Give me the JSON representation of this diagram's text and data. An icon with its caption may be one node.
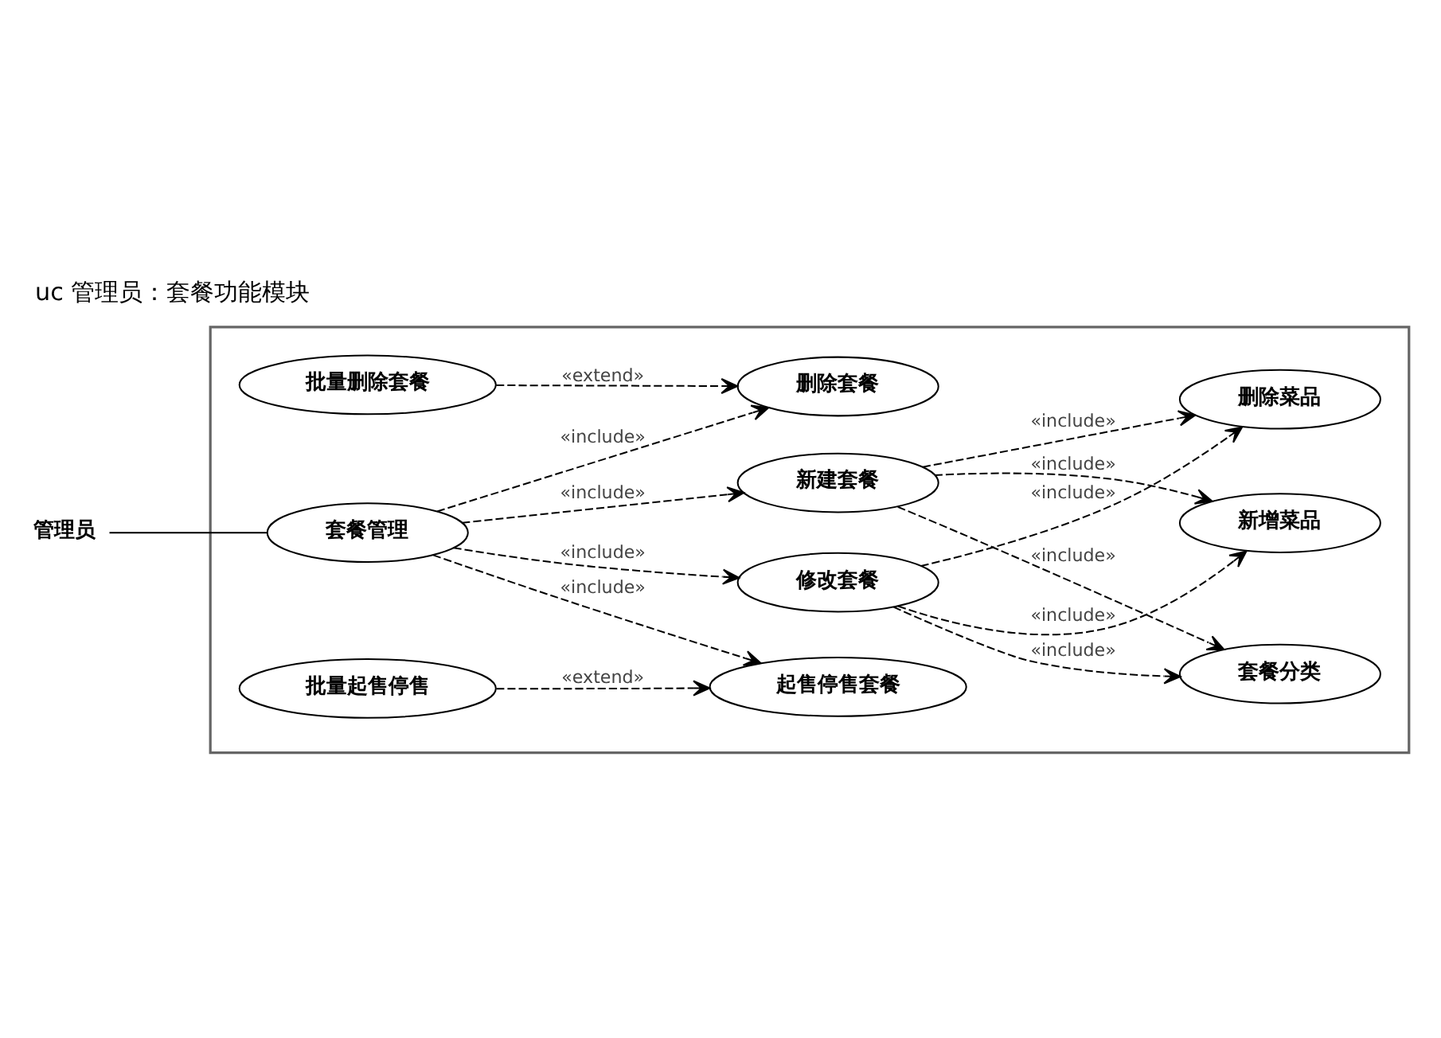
{
  "diagram": {
    "title": "uc 管理员：套餐功能模块",
    "nodes": [
      {
        "text": [],
        "shape": "box"
      },
      {
        "text": [
          "批量删除套餐"
        ],
        "in": 0
      },
      {
        "text": [
          "删除套餐"
        ],
        "in": 0
      },
      {
        "text": [
          "修改套餐"
        ],
        "in": 0
      },
      {
        "text": [
          "套餐分类"
        ],
        "in": 0
      },
      {
        "text": [
          "管理员"
        ]
      },
      {
        "text": [
          "套餐管理"
        ],
        "in": 0
      },
      {
        "text": [
          "新增菜品"
        ],
        "in": 0
      },
      {
        "text": [
          "新建套餐"
        ],
        "in": 0
      },
      {
        "text": [
          "起售停售套餐"
        ],
        "in": 0
      },
      {
        "text": [
          "删除菜品"
        ],
        "in": 0
      },
      {
        "text": [
          "批量起售停售"
        ],
        "in": 0
      }
    ],
    "edges": [
      {
        "from": 5,
        "to": 6,
        "arrow": "none"
      },
      {
        "from": 1,
        "to": 2,
        "arrow": "to",
        "style": "dashed",
        "label": "«extend»"
      },
      {
        "from": 6,
        "to": 2,
        "arrow": "to",
        "style": "dashed",
        "label": "«include»"
      },
      {
        "from": 6,
        "to": 3,
        "arrow": "to",
        "style": "dashed",
        "label": "«include»"
      },
      {
        "from": 6,
        "to": 8,
        "arrow": "to",
        "style": "dashed",
        "label": "«include»"
      },
      {
        "from": 6,
        "to": 9,
        "arrow": "to",
        "style": "dashed",
        "label": "«include»"
      },
      {
        "from": 11,
        "to": 9,
        "arrow": "to",
        "style": "dashed",
        "label": "«extend»"
      },
      {
        "from": 3,
        "to": 4,
        "arrow": "to",
        "style": "dashed",
        "label": "«include»"
      },
      {
        "from": 3,
        "to": 7,
        "arrow": "to",
        "style": "dashed",
        "label": "«include»"
      },
      {
        "from": 3,
        "to": 10,
        "arrow": "to",
        "style": "dashed",
        "label": "«include»"
      },
      {
        "from": 8,
        "to": 4,
        "arrow": "to",
        "style": "dashed",
        "label": "«include»"
      },
      {
        "from": 8,
        "to": 7,
        "arrow": "to",
        "style": "dashed",
        "label": "«include»"
      },
      {
        "from": 8,
        "to": 10,
        "arrow": "to",
        "style": "dashed",
        "label": "«include»"
      }
    ]
  }
}
